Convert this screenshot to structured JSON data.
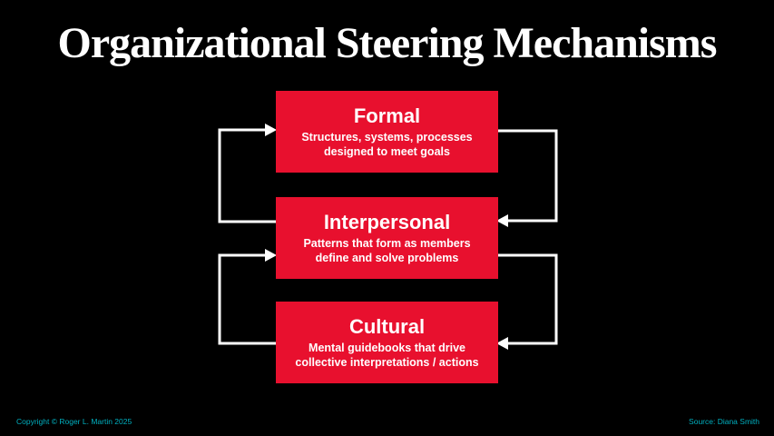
{
  "slide": {
    "title": "Organizational Steering Mechanisms",
    "boxes": [
      {
        "id": "formal",
        "title": "Formal",
        "lines": [
          "Structures, systems, processes",
          "designed to meet goals"
        ]
      },
      {
        "id": "interpersonal",
        "title": "Interpersonal",
        "lines": [
          "Patterns that form as members",
          "define and solve problems"
        ]
      },
      {
        "id": "cultural",
        "title": "Cultural",
        "lines": [
          "Mental guidebooks that drive",
          "collective interpretations / actions"
        ]
      }
    ],
    "connections": [
      {
        "from": "Formal",
        "to": "Interpersonal",
        "side": "right",
        "direction": "down"
      },
      {
        "from": "Interpersonal",
        "to": "Cultural",
        "side": "right",
        "direction": "down"
      },
      {
        "from": "Interpersonal",
        "to": "Formal",
        "side": "left",
        "direction": "up"
      },
      {
        "from": "Cultural",
        "to": "Interpersonal",
        "side": "left",
        "direction": "up"
      }
    ],
    "footer_left": "Copyright © Roger L. Martin 2025",
    "footer_right": "Source: Diana Smith",
    "colors": {
      "background": "#000000",
      "box_red": "#e8102e",
      "text_white": "#ffffff",
      "arrow_white": "#ffffff",
      "footer_teal": "#00b0c0"
    }
  }
}
